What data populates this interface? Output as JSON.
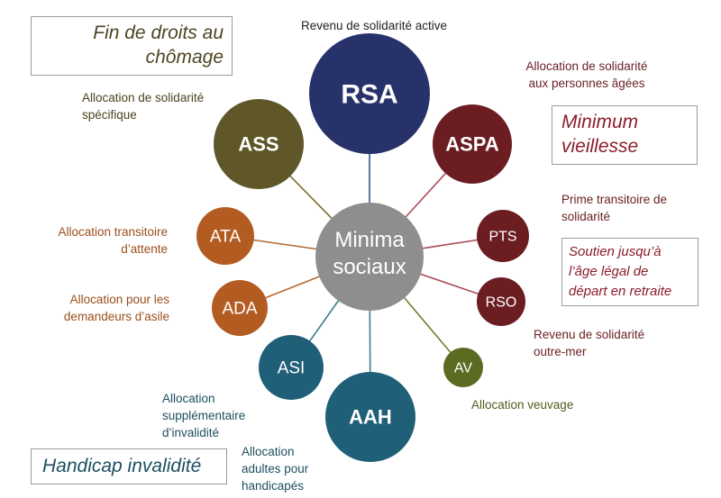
{
  "colors": {
    "center": "#8e8e8e",
    "navy": "#27326a",
    "maroon": "#6c1d22",
    "olive": "#5f5727",
    "orange": "#b35c21",
    "teal": "#1f5f78",
    "olive_green": "#5a6b22",
    "line_maroon": "#a84c58",
    "line_blue": "#2f5a8a",
    "line_olive": "#7d6f2e",
    "line_orange": "#b46a30",
    "line_teal": "#3f7d90",
    "line_green": "#6e8030",
    "text_dark": "#222222",
    "text_olive": "#4a4320",
    "text_orange": "#9a4f1b",
    "text_maroon": "#6a1f24",
    "text_teal": "#1f4f60",
    "text_green": "#4f5e1f",
    "box_maroon": "#8b1d2c",
    "box_teal": "#1e4f63",
    "box_olive": "#4d4521"
  },
  "center": {
    "label": "Minima\nsociaux"
  },
  "nodes": [
    {
      "id": "rsa",
      "abbr": "RSA",
      "label": "Revenu de solidarité active",
      "color": "navy",
      "line": "line_blue"
    },
    {
      "id": "aspa",
      "abbr": "ASPA",
      "label": "Allocation de solidarité\naux personnes âgées",
      "color": "maroon",
      "line": "line_maroon"
    },
    {
      "id": "pts",
      "abbr": "PTS",
      "label": "Prime transitoire de\nsolidarité",
      "color": "maroon",
      "line": "line_maroon"
    },
    {
      "id": "rso",
      "abbr": "RSO",
      "label": "Revenu de solidarité\noutre-mer",
      "color": "maroon",
      "line": "line_maroon"
    },
    {
      "id": "av",
      "abbr": "AV",
      "label": "Allocation veuvage",
      "color": "olive_green",
      "line": "line_green"
    },
    {
      "id": "aah",
      "abbr": "AAH",
      "label": "Allocation\nadultes pour\nhandicapés",
      "color": "teal",
      "line": "line_teal"
    },
    {
      "id": "asi",
      "abbr": "ASI",
      "label": "Allocation\nsupplémentaire\nd’invalidité",
      "color": "teal",
      "line": "line_teal"
    },
    {
      "id": "ada",
      "abbr": "ADA",
      "label": "Allocation pour les\ndemandeurs d’asile",
      "color": "orange",
      "line": "line_orange"
    },
    {
      "id": "ata",
      "abbr": "ATA",
      "label": "Allocation transitoire\nd’attente",
      "color": "orange",
      "line": "line_orange"
    },
    {
      "id": "ass",
      "abbr": "ASS",
      "label": "Allocation de solidarité\nspécifique",
      "color": "olive",
      "line": "line_olive"
    }
  ],
  "boxes": {
    "chomage": "Fin de droits au\nchômage",
    "vieillesse": "Minimum\nvieillesse",
    "retraite": "Soutien jusqu’à\nl’âge légal de\ndépart en retraite",
    "handicap": "Handicap invalidité"
  }
}
